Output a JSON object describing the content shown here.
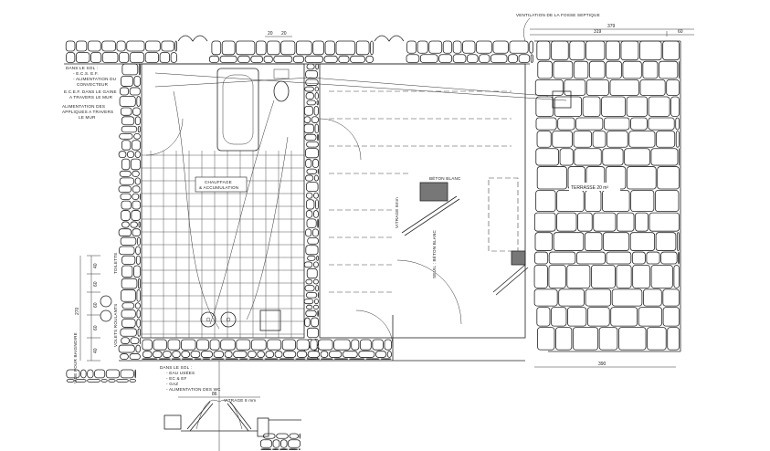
{
  "plan": {
    "notes": {
      "in_floor_top": [
        "DANS LE SOL :",
        "- E.C.S. E.F.",
        "- ALIMENTATION DU",
        "  CONVECTEUR"
      ],
      "ecef_duct": [
        "E.C.E.F. DANS LE GAINE",
        "A TRAVERS LE MUR"
      ],
      "lighting_supply": [
        "ALIMENTATION DES",
        "APPLIQUES A TRAVERS",
        "LE MUR"
      ],
      "septic_vent": "VENTILATION DE LA FOSSE SEPTIQUE",
      "heating": [
        "CHAUFFAGE",
        "& ACCUMULATION"
      ],
      "white_concrete": "BÉTON BLANC",
      "glazing_side": "VITRAGE 8mm",
      "threshold": "SEUIL : BÉTON BLANC",
      "terrace": "TERRASSE 20 m²",
      "in_floor_bottom": [
        "DANS LE SOL :",
        "- EAU USÉES",
        "- EC & EF",
        "- GAZ",
        "- ALIMENTATION DES WC"
      ],
      "glazing_detail": "VITRAGE 8 mm",
      "left_labels": [
        "VOLETS ROULANTS",
        "TOILETTE",
        "VIDE POUR BAIGNOIRE"
      ]
    },
    "dimensions": {
      "top_total": "379",
      "top_part_a": "319",
      "top_part_b": "60",
      "top_small_a": "20",
      "top_small_b": "20",
      "left_total": "270",
      "left_parts": [
        "40",
        "60",
        "60",
        "60",
        "40"
      ],
      "bottom": "390",
      "detail_width": "86"
    },
    "colors": {
      "ink": "#222222",
      "paper": "#ffffff"
    }
  }
}
